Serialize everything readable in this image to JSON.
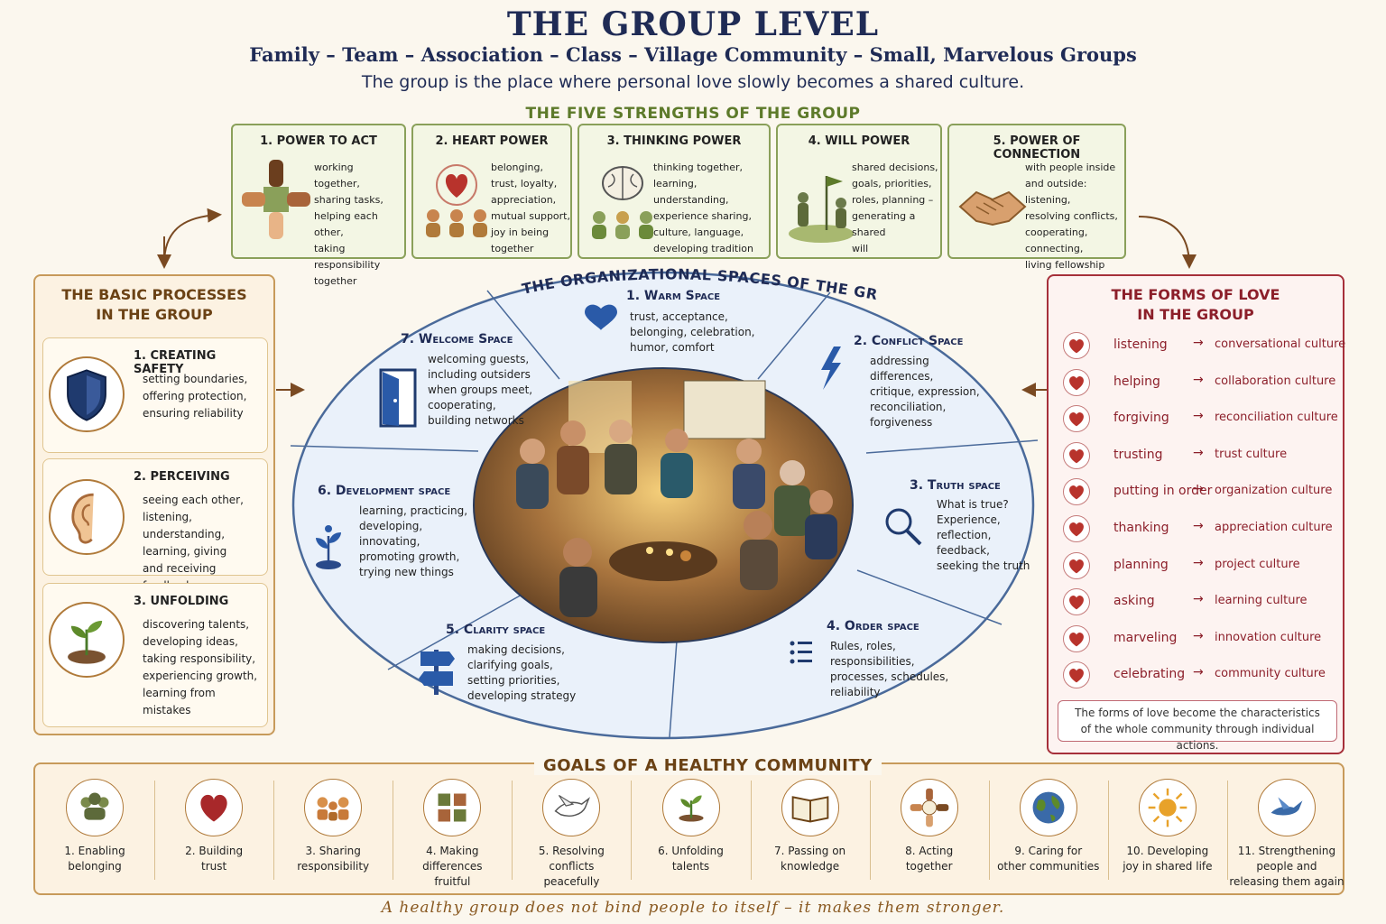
{
  "header": {
    "title": "THE GROUP LEVEL",
    "subtitle": "Family – Team – Association – Class – Village Community – Small, Marvelous Groups",
    "tagline": "The group is the place where personal love slowly becomes a shared culture."
  },
  "five_strengths": {
    "title": "THE FIVE STRENGTHS OF THE GROUP",
    "items": [
      {
        "title": "1. POWER TO ACT",
        "lines": [
          "working",
          "together,",
          "sharing tasks,",
          "helping each other,",
          "taking responsibility",
          "together"
        ],
        "icon": "hands-puzzle-icon"
      },
      {
        "title": "2. HEART POWER",
        "lines": [
          "belonging,",
          "trust, loyalty,",
          "appreciation,",
          "mutual support,",
          "joy in being",
          "together"
        ],
        "icon": "heart-people-icon"
      },
      {
        "title": "3. THINKING POWER",
        "lines": [
          "thinking together,",
          "learning, understanding,",
          "experience sharing,",
          "culture, language,",
          "developing tradition"
        ],
        "icon": "brain-icon"
      },
      {
        "title": "4. WILL POWER",
        "lines": [
          "shared decisions,",
          "goals, priorities,",
          "roles, planning –",
          "generating a shared",
          "will"
        ],
        "icon": "flag-hill-icon"
      },
      {
        "title": "5. POWER OF CONNECTION",
        "lines": [
          "with people inside",
          "and outside: listening,",
          "resolving conflicts,",
          "cooperating, connecting,",
          "living fellowship"
        ],
        "icon": "handshake-icon"
      }
    ]
  },
  "basic_processes": {
    "title_line1": "THE BASIC PROCESSES",
    "title_line2": "IN THE GROUP",
    "items": [
      {
        "name": "1. CREATING SAFETY",
        "lines": [
          "setting boundaries,",
          "offering protection,",
          "ensuring reliability"
        ],
        "icon": "shield-icon"
      },
      {
        "name": "2. PERCEIVING",
        "lines": [
          "seeing each other,",
          "listening, understanding,",
          "learning, giving",
          "and receiving feedback"
        ],
        "icon": "ear-icon"
      },
      {
        "name": "3. UNFOLDING",
        "lines": [
          "discovering talents,",
          "developing ideas,",
          "taking responsibility,",
          "experiencing growth,",
          "learning from",
          "mistakes"
        ],
        "icon": "sprout-icon"
      }
    ]
  },
  "spaces": {
    "title": "THE ORGANIZATIONAL SPACES OF THE GROUP",
    "items": [
      {
        "title": "1. Warm Space",
        "lines": [
          "trust, acceptance,",
          "belonging, celebration,",
          "humor, comfort"
        ],
        "icon": "heart-icon"
      },
      {
        "title": "2. Conflict Space",
        "lines": [
          "addressing",
          "differences,",
          "critique, expression,",
          "reconciliation,",
          "forgiveness"
        ],
        "icon": "lightning-icon"
      },
      {
        "title": "3. Truth space",
        "lines": [
          "What is true?",
          "Experience,",
          "reflection,",
          "feedback,",
          "seeking the truth"
        ],
        "icon": "magnifier-icon"
      },
      {
        "title": "4. Order space",
        "lines": [
          "Rules, roles,",
          "responsibilities,",
          "processes, schedules,",
          "reliability"
        ],
        "icon": "list-icon"
      },
      {
        "title": "5. Clarity space",
        "lines": [
          "making decisions,",
          "clarifying goals,",
          "setting priorities,",
          "developing strategy"
        ],
        "icon": "signpost-icon"
      },
      {
        "title": "6. Development space",
        "lines": [
          "learning, practicing,",
          "developing,",
          "innovating,",
          "promoting growth,",
          "trying new things"
        ],
        "icon": "plant-icon"
      },
      {
        "title": "7. Welcome Space",
        "lines": [
          "welcoming guests,",
          "including outsiders",
          "when groups meet,",
          "cooperating,",
          "building networks"
        ],
        "icon": "door-icon"
      }
    ]
  },
  "forms_of_love": {
    "title_line1": "THE FORMS OF LOVE",
    "title_line2": "IN THE GROUP",
    "arrow": "→",
    "items": [
      {
        "word": "listening",
        "culture": "conversational culture"
      },
      {
        "word": "helping",
        "culture": "collaboration culture"
      },
      {
        "word": "forgiving",
        "culture": "reconciliation culture"
      },
      {
        "word": "trusting",
        "culture": "trust culture"
      },
      {
        "word": "putting in order",
        "culture": "organization culture"
      },
      {
        "word": "thanking",
        "culture": "appreciation culture"
      },
      {
        "word": "planning",
        "culture": "project culture"
      },
      {
        "word": "asking",
        "culture": "learning culture"
      },
      {
        "word": "marveling",
        "culture": "innovation culture"
      },
      {
        "word": "celebrating",
        "culture": "community culture"
      }
    ],
    "note_line1": "The forms of love become the characteristics",
    "note_line2": "of the whole community through individual actions."
  },
  "goals": {
    "title": "GOALS OF A HEALTHY COMMUNITY",
    "items": [
      {
        "lines": [
          "1. Enabling",
          "belonging"
        ],
        "icon": "people-icon"
      },
      {
        "lines": [
          "2. Building",
          "trust"
        ],
        "icon": "heart-icon"
      },
      {
        "lines": [
          "3. Sharing",
          "responsibility"
        ],
        "icon": "team-icon"
      },
      {
        "lines": [
          "4. Making",
          "differences",
          "fruitful"
        ],
        "icon": "puzzle-icon"
      },
      {
        "lines": [
          "5. Resolving",
          "conflicts",
          "peacefully"
        ],
        "icon": "dove-icon"
      },
      {
        "lines": [
          "6. Unfolding",
          "talents"
        ],
        "icon": "sprout-icon"
      },
      {
        "lines": [
          "7. Passing on",
          "knowledge"
        ],
        "icon": "book-icon"
      },
      {
        "lines": [
          "8. Acting",
          "together"
        ],
        "icon": "hands-circle-icon"
      },
      {
        "lines": [
          "9. Caring for",
          "other communities"
        ],
        "icon": "globe-icon"
      },
      {
        "lines": [
          "10. Developing",
          "joy in shared life"
        ],
        "icon": "sun-icon"
      },
      {
        "lines": [
          "11. Strengthening",
          "people and",
          "releasing them again"
        ],
        "icon": "bird-icon"
      }
    ]
  },
  "footer": "A healthy group does not bind people to itself – it makes them stronger.",
  "colors": {
    "navy": "#1f2b55",
    "olive": "#5d7a2a",
    "brown": "#6b4215",
    "crimson": "#8c1f2a",
    "ellipse_fill": "#eaf1fa"
  }
}
